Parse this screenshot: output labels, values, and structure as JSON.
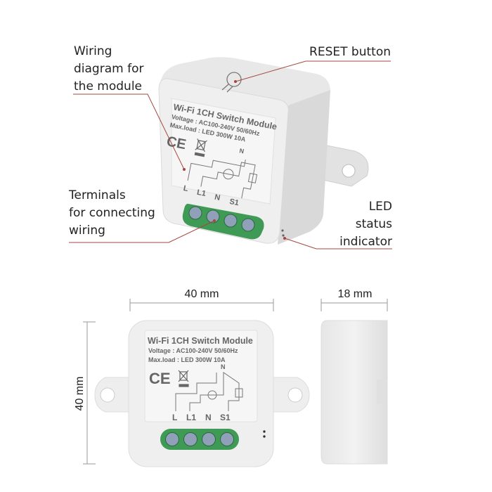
{
  "callouts": {
    "wiring": [
      "Wiring",
      "diagram for",
      "the module"
    ],
    "reset": "RESET button",
    "terminals": [
      "Terminals",
      "for connecting",
      "wiring"
    ],
    "led": [
      "LED",
      "status",
      "indicator"
    ]
  },
  "module_label": {
    "title": "Wi-Fi 1CH Switch Module",
    "voltage": "Voltage : AC100-240V 50/60Hz",
    "maxload": "Max.load : LED 300W   10A",
    "ce": "CE",
    "terminals": [
      "L",
      "L1",
      "N",
      "S1"
    ],
    "n_mark": "N"
  },
  "dimensions": {
    "width": "40 mm",
    "depth": "18 mm",
    "height": "40 mm"
  },
  "colors": {
    "callout_line": "#a5473f",
    "housing": "#ececec",
    "terminal_block": "#3f9a55"
  }
}
